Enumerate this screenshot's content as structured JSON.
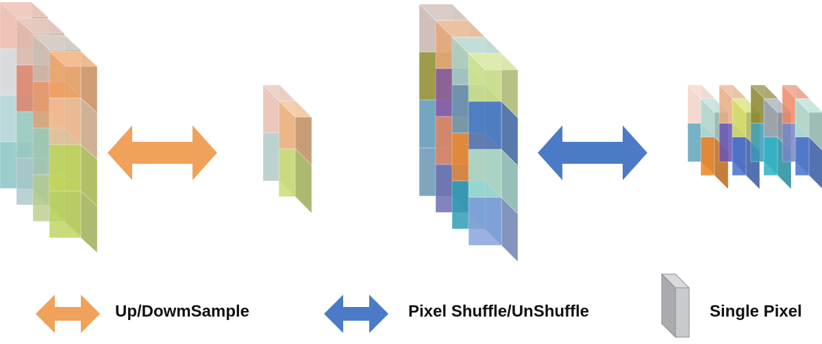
{
  "colors": {
    "orange": "#f0a15a",
    "blue": "#4b7bc6",
    "pixel_gray": "#c9cacd"
  },
  "legend": {
    "updown_label": "Up/DowmSample",
    "shuffle_label": "Pixel Shuffle/UnShuffle",
    "pixel_label": "Single Pixel",
    "updown_icon": "orange-double-arrow-icon",
    "shuffle_icon": "blue-double-arrow-icon",
    "pixel_icon": "single-pixel-cube-icon"
  }
}
